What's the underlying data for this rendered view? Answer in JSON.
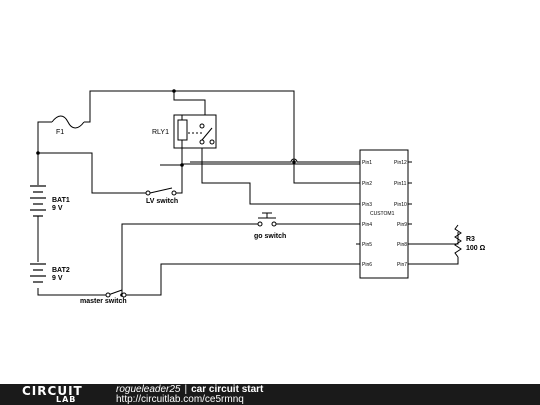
{
  "components": {
    "f1": "F1",
    "rly1": "RLY1",
    "bat1_name": "BAT1",
    "bat1_value": "9 V",
    "bat2_name": "BAT2",
    "bat2_value": "9 V",
    "lv_switch": "LV switch",
    "go_switch": "go switch",
    "master_switch": "master switch",
    "r3_name": "R3",
    "r3_value": "100 Ω",
    "custom_name": "CUSTOM1"
  },
  "pins_left": [
    "Pin1",
    "Pin2",
    "Pin3",
    "Pin4",
    "Pin5",
    "Pin6"
  ],
  "pins_right": [
    "Pin12",
    "Pin11",
    "Pin10",
    "Pin9",
    "Pin8",
    "Pin7"
  ],
  "footer": {
    "user": "rogueleader25",
    "separator": "|",
    "title": "car circuit start",
    "url": "http://circuitlab.com/ce5rmnq",
    "logo_top": "CIRCUIT",
    "logo_bottom": "LAB"
  }
}
